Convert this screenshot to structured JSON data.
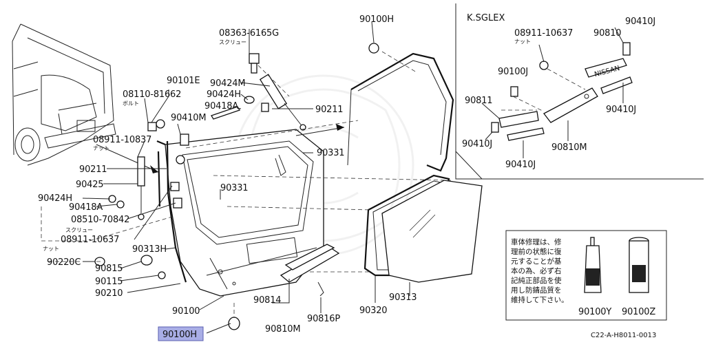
{
  "labels": {
    "p90100H_top": "90100H",
    "p08363": "08363-6165G",
    "p08363_sub": "スクリュー",
    "p90101E": "90101E",
    "p90424M": "90424M",
    "p08110": "08110-81662",
    "p08110_sub": "ボルト",
    "p90424H_a": "90424H",
    "p90418A_a": "90418A",
    "p90211_a": "90211",
    "p90410M": "90410M",
    "p08911_a": "08911-10837",
    "p08911_a_sub": "ナット",
    "p90331_a": "90331",
    "p90211_b": "90211",
    "p90331_b": "90331",
    "p90425": "90425",
    "p90424H_b": "90424H",
    "p90418A_b": "90418A",
    "p08510": "08510-70842",
    "p08510_sub": "スクリュー",
    "p08911_b": "08911-10637",
    "p08911_b_sub": "ナット",
    "p90313H": "90313H",
    "p90220C": "90220C",
    "p90815": "90815",
    "p90115": "90115",
    "p90210": "90210",
    "p90100": "90100",
    "p90814": "90814",
    "p90816P": "90816P",
    "p90810M": "90810M",
    "p90320": "90320",
    "p90313": "90313",
    "p90100H_bottom": "90100H"
  },
  "inset": {
    "title": "K.SGLEX",
    "p08911": "08911-10637",
    "p08911_sub": "ナット",
    "p90810": "90810",
    "p90410J_a": "90410J",
    "p90100J": "90100J",
    "p90811": "90811",
    "p90410J_b": "90410J",
    "p90410J_c": "90410J",
    "p90810M": "90810M",
    "p90410J_d": "90410J",
    "emblem": "NISSAN"
  },
  "note": {
    "lines": [
      "車体修理は、修",
      "理前の状態に復",
      "元することが基",
      "本の為、必ず右",
      "記純正部品を使",
      "用し防錆品質を",
      "維持して下さい。"
    ],
    "p90100Y": "90100Y",
    "p90100Z": "90100Z"
  },
  "footer_code": "C22-A-H8011-0013"
}
